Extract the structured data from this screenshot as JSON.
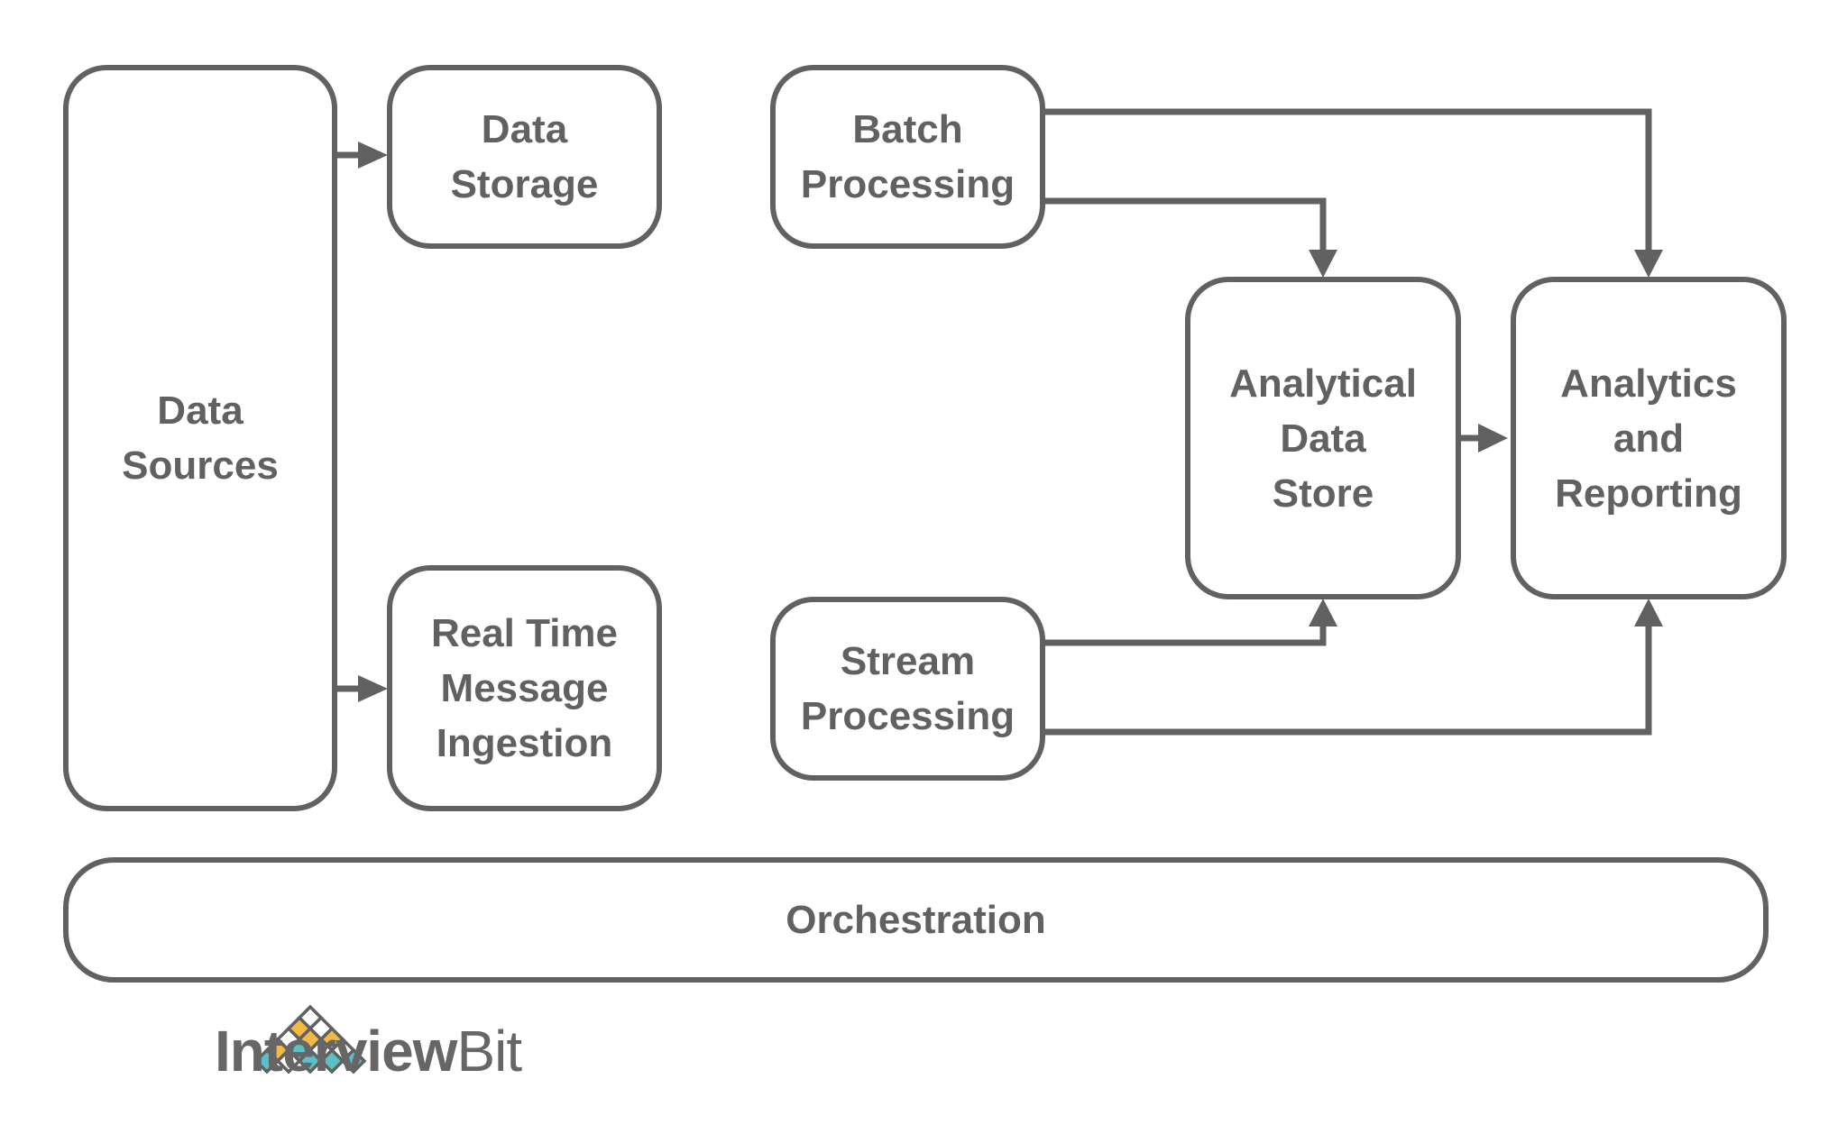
{
  "nodes": {
    "data_sources": "Data\nSources",
    "data_storage": "Data\nStorage",
    "realtime_ingestion": "Real Time\nMessage\nIngestion",
    "batch_processing": "Batch\nProcessing",
    "stream_processing": "Stream\nProcessing",
    "analytical_data_store": "Analytical\nData\nStore",
    "analytics_reporting": "Analytics\nand\nReporting",
    "orchestration": "Orchestration"
  },
  "edges": [
    {
      "from": "data_sources",
      "to": "data_storage"
    },
    {
      "from": "data_sources",
      "to": "realtime_ingestion"
    },
    {
      "from": "batch_processing",
      "to": "analytical_data_store"
    },
    {
      "from": "batch_processing",
      "to": "analytics_reporting"
    },
    {
      "from": "stream_processing",
      "to": "analytical_data_store"
    },
    {
      "from": "stream_processing",
      "to": "analytics_reporting"
    },
    {
      "from": "analytical_data_store",
      "to": "analytics_reporting"
    }
  ],
  "brand": {
    "name_part1": "Interview",
    "name_part2": "Bit",
    "logo_colors": [
      "#f4b942",
      "#5bc0c8"
    ]
  },
  "colors": {
    "stroke": "#616161",
    "text": "#616161"
  }
}
